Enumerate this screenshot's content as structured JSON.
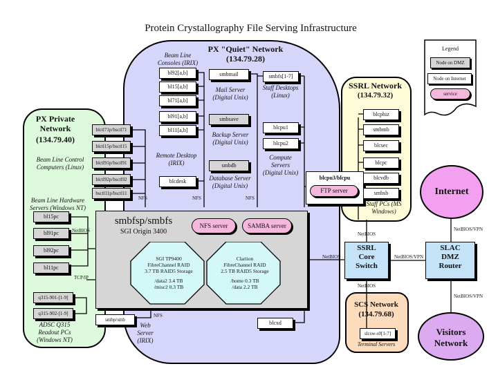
{
  "title": "Protein Crystallography File Serving Infrastructure",
  "quiet": {
    "name": "PX \"Quiet\" Network",
    "subnet": "(134.79.28)",
    "consoles_label": "Beam Line Consoles (IRIX)",
    "consoles": [
      "bl92[a,b]",
      "bl15[a,b]",
      "bl71[a,b]",
      "bl91[a,b]",
      "bl11[a,b]"
    ],
    "mail": "smbmail",
    "mail_label": "Mail Server (Digital Unix)",
    "backup": "smbsave",
    "backup_label": "Backup Server (Digital Unix)",
    "db": "smbdb",
    "db_label": "Database Server (Digital Unix)",
    "staff": "smbfs[1-7]",
    "staff_label": "Staff Desktops (Linux)",
    "cpu1": "blcpu1",
    "cpu2": "blcpu2",
    "compute_label": "Compute Servers (Digital Unix)",
    "desk": "blcdesk",
    "desk_label": "Remote Desktop (IRIX)",
    "web": "smbp/smb",
    "web_label": "Web Server (IRIX)",
    "bottom_node": "blcxd",
    "ftp_host": "blcpu3/blcpu",
    "ftp": "FTP server"
  },
  "private": {
    "name": "PX Private Network",
    "subnet": "(134.79.40)",
    "control_label": "Beam Line Control Computers (Linux)",
    "control": [
      "blctl71p/bsctl71",
      "blctl15p/bsctl15",
      "blctl91p/bsctl91",
      "blctl92p/bsctl92",
      "bsctl11p/bsctl11"
    ],
    "hw_label": "Beam Line Hardware Servers (Windows NT)",
    "hw": [
      "bl15pc",
      "bl91pc",
      "bl92pc",
      "bl11pc"
    ],
    "adsc": [
      "q315-901-[1-9]",
      "q315-902-[1-9]"
    ],
    "adsc_label": "ADSC Q315 Readout PCs (Windows NT)"
  },
  "server": {
    "name": "smbfsp/smbfs",
    "model": "SGI Origin 3400",
    "nfs": "NFS server",
    "samba": "SAMBA server",
    "raid1": [
      "SGI TP9400",
      "FibreChannel RAID",
      "3.7 TB RAID5 Storage",
      "",
      "/data2  3.4 TB",
      "/misc2  0.3 TB"
    ],
    "raid2": [
      "Clariion",
      "FibreChannel RAID",
      "2.5 TB RAID5 Storage",
      "",
      "/home  0.3 TB",
      "/data  2.2 TB"
    ]
  },
  "ssrl": {
    "name": "SSRL Network",
    "subnet": "(134.79.32)",
    "nodes": [
      "blcphiz",
      "smbmb",
      "blcsec",
      "blcpc",
      "blcvdb",
      "smbsb"
    ],
    "label": "Staff PCs (MS Windows)"
  },
  "legend": {
    "title": "Legend",
    "dmz": "Node on DMZ",
    "internet": "Node on Internet",
    "service": "service"
  },
  "internet": "Internet",
  "visitors": "Visitors Network",
  "core": "SSRL Core Switch",
  "dmz": "SLAC DMZ Router",
  "scs": {
    "name": "SCS Network",
    "subnet": "(134.79.68)",
    "node": "slcsw-s0[1-7]",
    "label": "Terminal Servers"
  },
  "links": {
    "nfs": "NFS",
    "netbios": "NetBIOS",
    "tcpip": "TCP/IP",
    "vpn": "NetBIOS/VPN"
  },
  "colors": {
    "quiet": "#d6d6fb",
    "private": "#ddfadd",
    "ssrl": "#fdfbd8",
    "scs": "#fcdcbc",
    "service": "#f5b8dc",
    "ellipse": "#f4a0f0",
    "visitors": "#dcaaf0",
    "switch": "#c4e2f8",
    "raid": "#d4f8f8",
    "server": "#d6d6d6"
  }
}
